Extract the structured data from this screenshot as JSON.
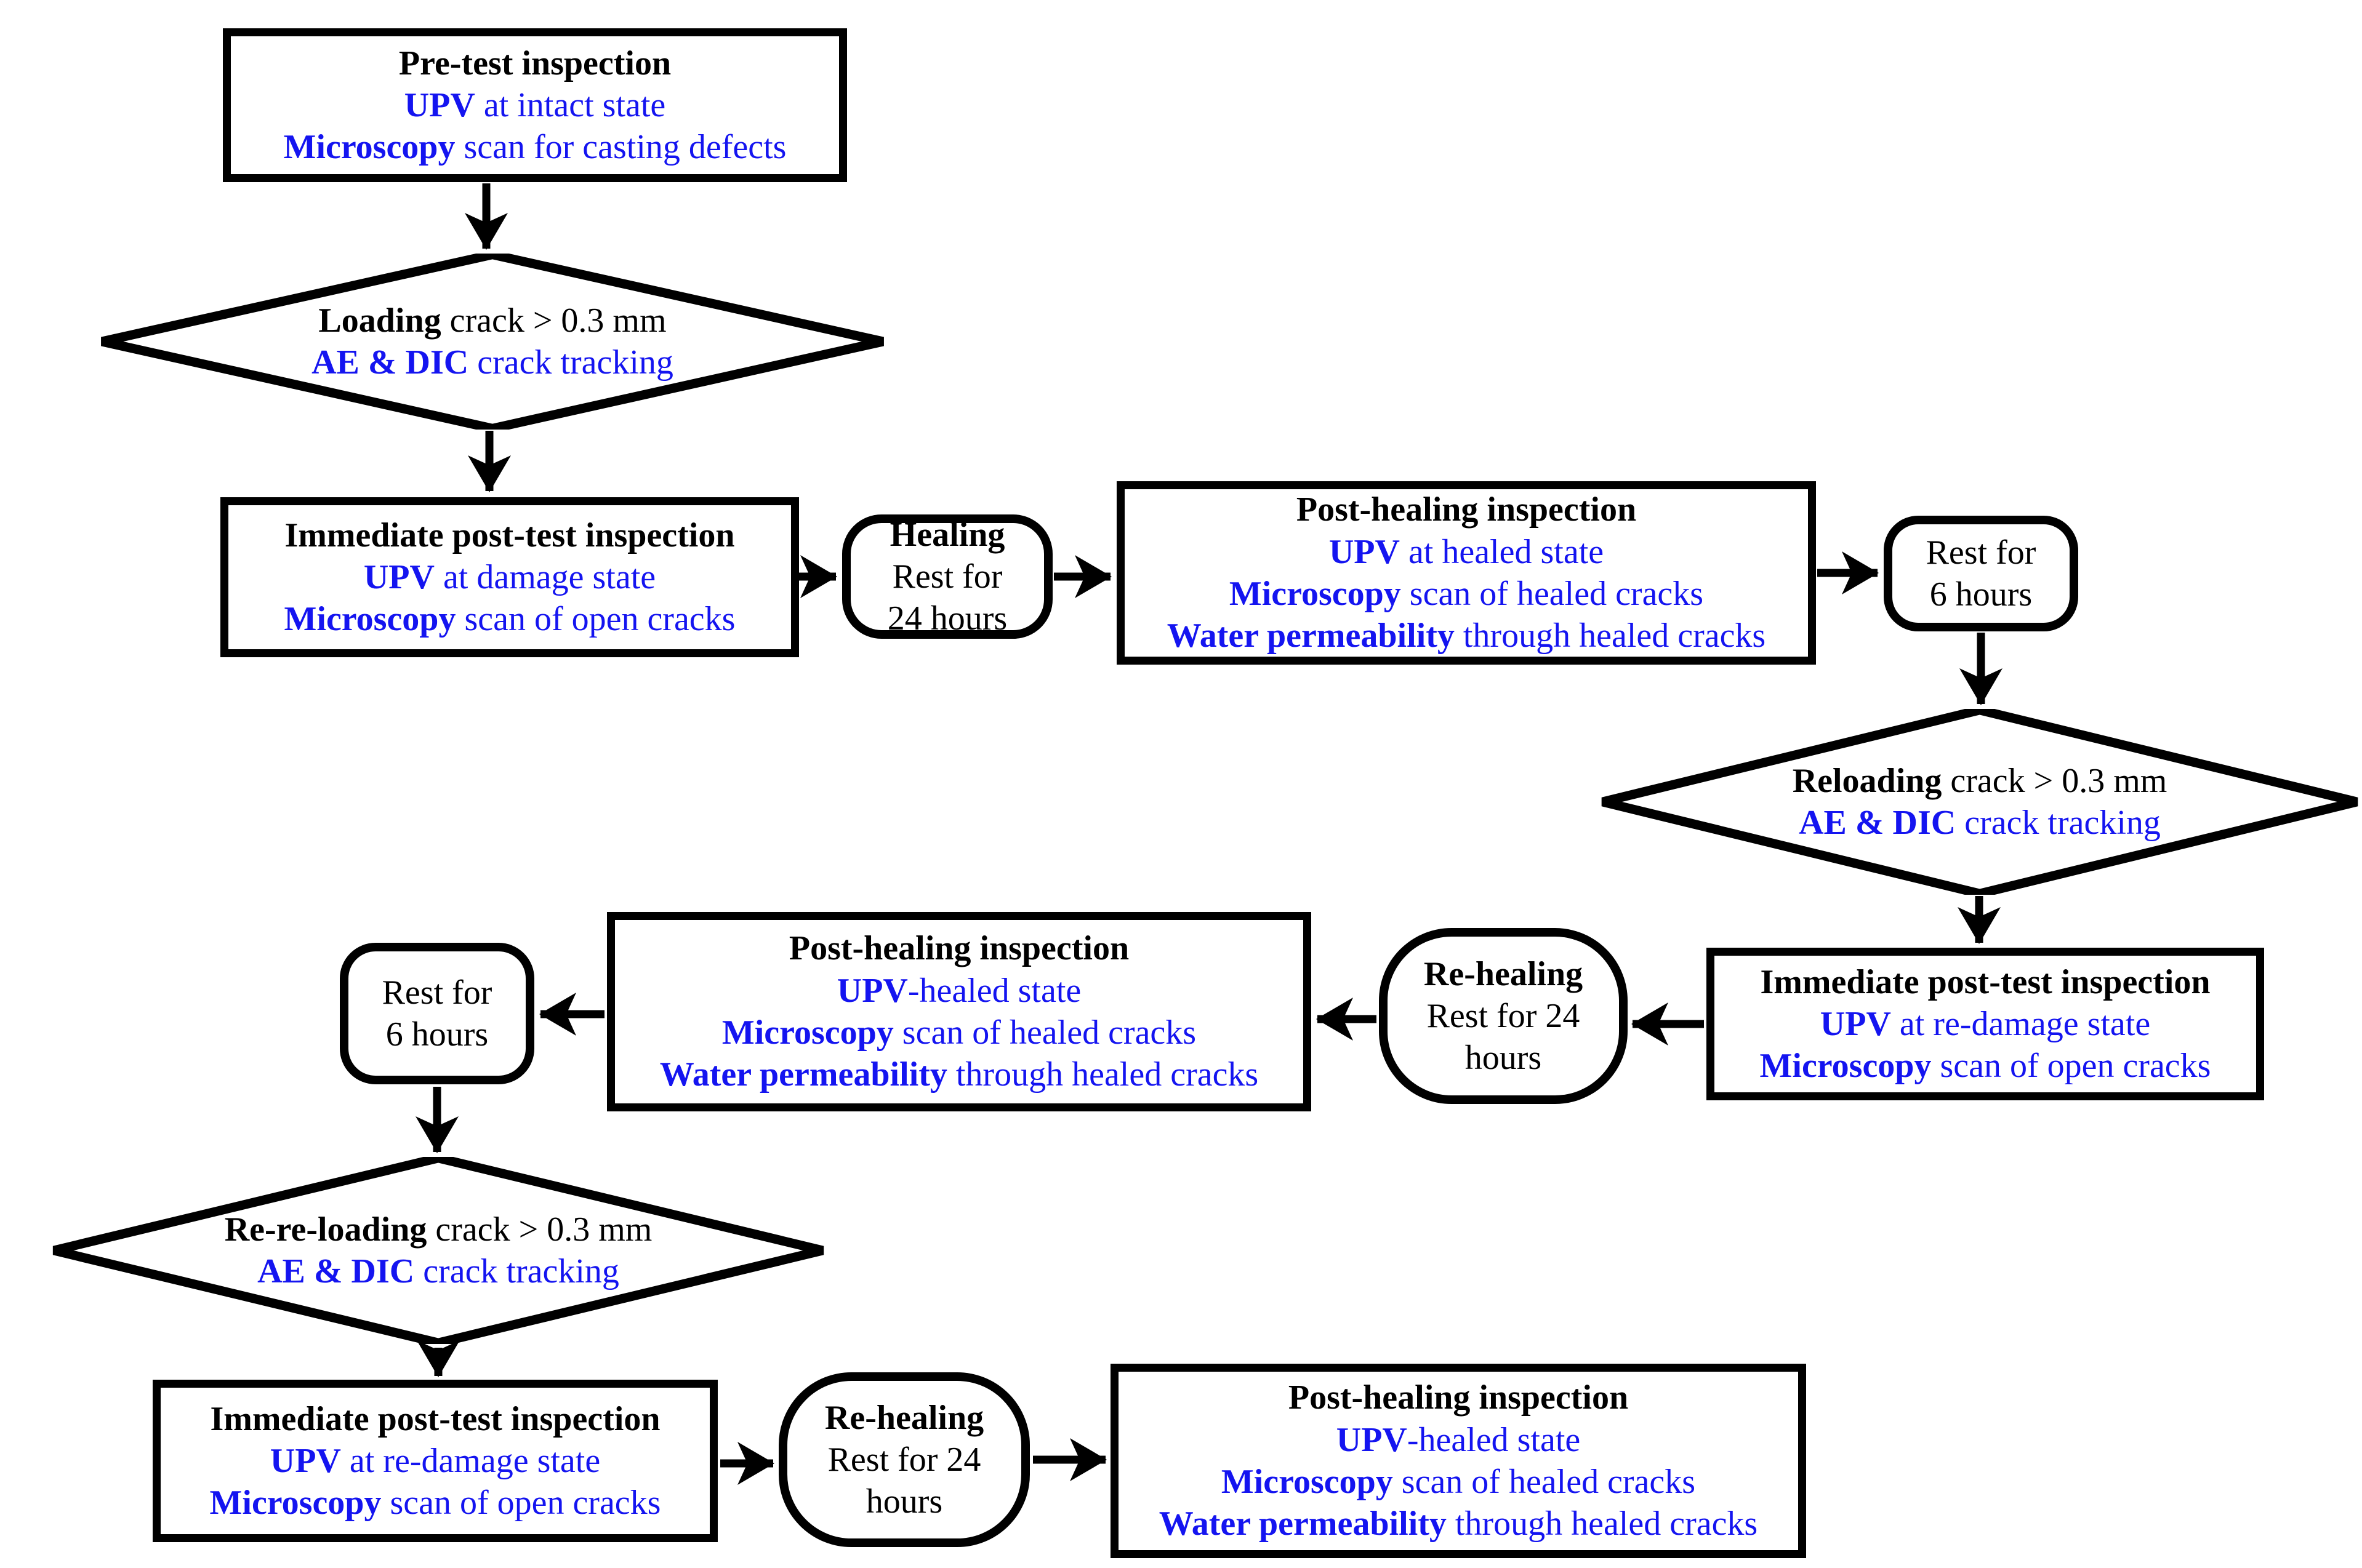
{
  "colors": {
    "accent_blue": "#1414f0",
    "ink": "#000000",
    "background": "#ffffff"
  },
  "nodes": {
    "pretest": {
      "l1": [
        "Pre-test inspection"
      ],
      "l2": [
        "UPV",
        " at intact state"
      ],
      "l3": [
        "Microscopy",
        " scan for casting defects"
      ]
    },
    "d1": {
      "l1": [
        "Loading",
        " crack > 0.3 mm"
      ],
      "l2": [
        "AE & DIC",
        " crack tracking"
      ]
    },
    "post1": {
      "l1": [
        "Immediate post-test inspection"
      ],
      "l2": [
        "UPV",
        " at damage state"
      ],
      "l3": [
        "Microscopy",
        " scan of open cracks"
      ]
    },
    "heal1": {
      "l1": [
        "Healing"
      ],
      "l2": [
        "Rest for"
      ],
      "l3": [
        "24 hours"
      ]
    },
    "ph1": {
      "l1": [
        "Post-healing inspection"
      ],
      "l2": [
        "UPV",
        " at healed state"
      ],
      "l3": [
        "Microscopy",
        " scan of healed cracks"
      ],
      "l4": [
        "Water permeability",
        " through healed cracks"
      ]
    },
    "rest6r": {
      "l1": [
        "Rest for"
      ],
      "l2": [
        "6 hours"
      ]
    },
    "d2": {
      "l1": [
        "Reloading",
        " crack > 0.3 mm"
      ],
      "l2": [
        "AE & DIC",
        " crack tracking"
      ]
    },
    "post2": {
      "l1": [
        "Immediate post-test inspection"
      ],
      "l2": [
        "UPV",
        " at re-damage state"
      ],
      "l3": [
        "Microscopy",
        " scan of open cracks"
      ]
    },
    "reheal1": {
      "l1": [
        "Re-healing"
      ],
      "l2": [
        "Rest for 24"
      ],
      "l3": [
        "hours"
      ]
    },
    "ph2": {
      "l1": [
        "Post-healing inspection"
      ],
      "l2": [
        "UPV",
        "-healed state"
      ],
      "l3": [
        "Microscopy",
        " scan of healed cracks"
      ],
      "l4": [
        "Water permeability",
        " through healed cracks"
      ]
    },
    "rest6l": {
      "l1": [
        "Rest for"
      ],
      "l2": [
        "6 hours"
      ]
    },
    "d3": {
      "l1": [
        "Re-re-loading",
        " crack > 0.3 mm"
      ],
      "l2": [
        "AE & DIC",
        " crack tracking"
      ]
    },
    "post3": {
      "l1": [
        "Immediate post-test inspection"
      ],
      "l2": [
        "UPV",
        " at re-damage state"
      ],
      "l3": [
        "Microscopy",
        " scan of open cracks"
      ]
    },
    "reheal2": {
      "l1": [
        "Re-healing"
      ],
      "l2": [
        "Rest for 24"
      ],
      "l3": [
        "hours"
      ]
    },
    "ph3": {
      "l1": [
        "Post-healing inspection"
      ],
      "l2": [
        "UPV",
        "-healed state"
      ],
      "l3": [
        "Microscopy",
        " scan of healed cracks"
      ],
      "l4": [
        "Water permeability",
        " through healed cracks"
      ]
    }
  }
}
